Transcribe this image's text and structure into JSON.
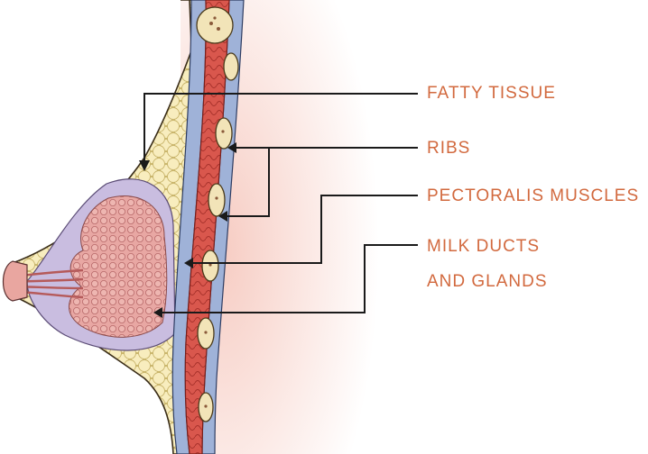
{
  "labels": {
    "fatty_tissue": "FATTY TISSUE",
    "ribs": "RIBS",
    "pectoralis_muscles": "PECTORALIS MUSCLES",
    "milk_ducts_line1": "MILK DUCTS",
    "milk_ducts_line2": "AND GLANDS"
  },
  "colors": {
    "label_text": "#d2693e",
    "leader_line": "#1a1a1a",
    "fat": "#f5e6a8",
    "fat_outline": "#c8b46a",
    "muscle": "#d9534a",
    "membrane": "#9fb2d8",
    "gland": "#e8a0a0",
    "gland_sac": "#c9bde0",
    "skin_glow": "#f6c9bf",
    "bone": "#f2e4b8"
  }
}
